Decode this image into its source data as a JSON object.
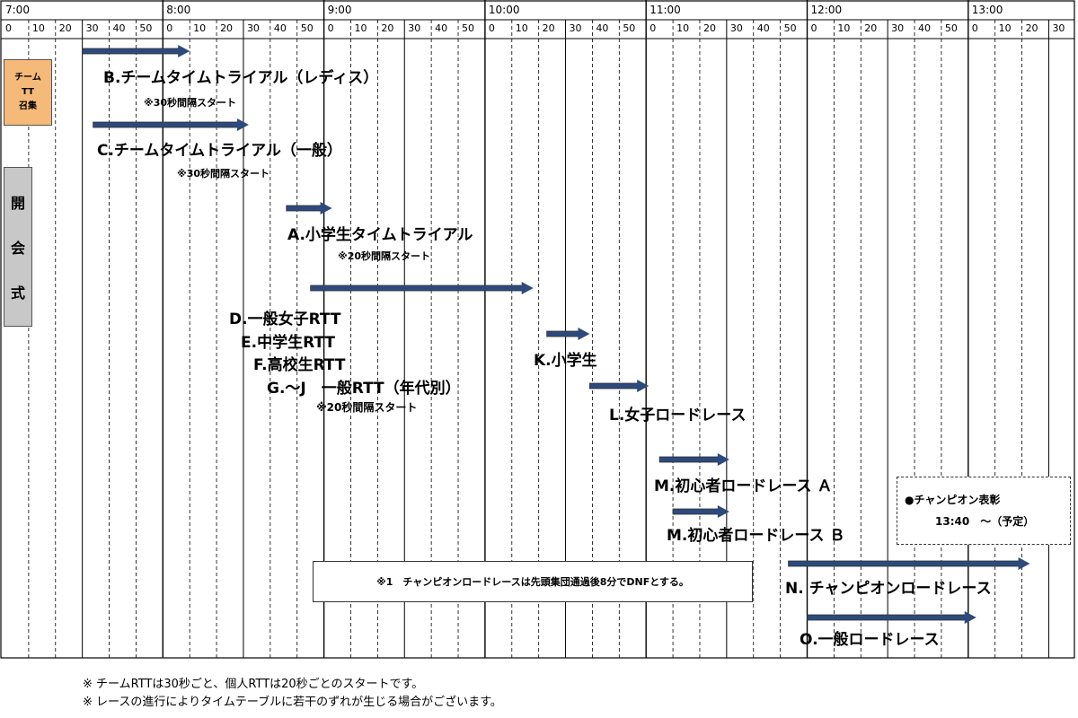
{
  "timeline": {
    "hours": [
      "7:00",
      "8:00",
      "9:00",
      "10:00",
      "11:00",
      "12:00",
      "13:00"
    ],
    "minutes": [
      "0",
      "10",
      "20",
      "30",
      "40",
      "50"
    ]
  },
  "side": {
    "team_call": [
      "チーム",
      "TT",
      "召集"
    ],
    "ceremony": [
      "開",
      "会",
      "式"
    ]
  },
  "events": [
    {
      "id": "b",
      "label": "B.チームタイムトライアル（レディス）",
      "note": "※30秒間隔スタート",
      "start": "7:30",
      "end": "8:10"
    },
    {
      "id": "c",
      "label": "C.チームタイムトライアル（一般）",
      "note": "※30秒間隔スタート",
      "start": "7:34",
      "end": "8:32"
    },
    {
      "id": "a",
      "label": "A.小学生タイムトライアル",
      "note": "※20秒間隔スタート",
      "start": "8:46",
      "end": "9:03"
    },
    {
      "id": "dg",
      "labels": [
        "D.一般女子RTT",
        "E.中学生RTT",
        "F.高校生RTT",
        "G.～J　一般RTT（年代別）"
      ],
      "note": "※20秒間隔スタート",
      "start": "8:55",
      "end": "10:18"
    },
    {
      "id": "k",
      "label": "K.小学生",
      "start": "10:23",
      "end": "10:39"
    },
    {
      "id": "l",
      "label": "L.女子ロードレース",
      "start": "10:39",
      "end": "11:01"
    },
    {
      "id": "ma",
      "label": "M.初心者ロードレース Ａ",
      "start": "11:05",
      "end": "11:31"
    },
    {
      "id": "mb",
      "label": "M.初心者ロードレース Ｂ",
      "start": "11:10",
      "end": "11:31"
    },
    {
      "id": "n",
      "label": "N. チャンピオンロードレース",
      "start": "11:53",
      "end": "13:23"
    },
    {
      "id": "o",
      "label": "O.一般ロードレース",
      "start": "12:00",
      "end": "13:03"
    }
  ],
  "dnf_note": "※1　チャンピオンロードレースは先頭集団通過後8分でDNFとする。",
  "ceremony_box": {
    "line1": "●チャンピオン表彰",
    "line2": "13:40　～（予定）"
  },
  "footer": [
    "※ チームRTTは30秒ごと、個人RTTは20秒ごとのスタートです。",
    "※ レースの進行によりタイムテーブルに若干のずれが生じる場合がございます。"
  ],
  "colors": {
    "bar": "#2c4a7c",
    "bar_border": "#333333",
    "team_box": "#f5b979",
    "ceremony_box": "#c8c8c8"
  }
}
